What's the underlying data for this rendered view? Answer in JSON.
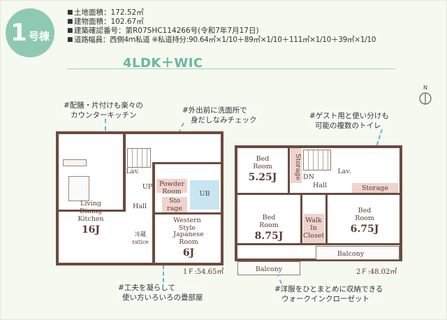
{
  "badge": {
    "number": "1",
    "unit": "号棟"
  },
  "specs": [
    "土地面積：172.52㎡",
    "建物面積：102.67㎡",
    "建築確認番号：第R07SHC114266号(令和7年7月17日)",
    "道路幅員：西側4ｍ私道 ※私道持分:90.64㎡×1/10＋89㎡×1/10＋111㎡×1/10＋39㎡×1/10"
  ],
  "plan_type": "4LDK＋WIC",
  "callouts": {
    "kitchen": [
      "#配膳・片付けも楽々の",
      "カウンターキッチン"
    ],
    "powder": [
      "#外出前に洗面所で",
      "身だしなみチェック"
    ],
    "toilet": [
      "#ゲスト用と使い分けも",
      "可能の複数のトイレ"
    ],
    "japanese": [
      "#工夫を凝らして",
      "使い方いろいろの畳部屋"
    ],
    "closet": [
      "#洋服をひとまとめに収納できる",
      "ウォークインクローゼット"
    ]
  },
  "floor1": {
    "area": "1Ｆ:54.65㎡",
    "ldk_name": [
      "Living",
      "Dining",
      "Kitchen"
    ],
    "ldk_size": "16J",
    "lav": "Lav.",
    "hall": "Hall",
    "up": "UP",
    "powder": [
      "Powder",
      "Room"
    ],
    "ub": "UB",
    "storage": [
      "Sto",
      "rage"
    ],
    "western": [
      "Western",
      "Style"
    ],
    "japanese": [
      "Japanese",
      "Room"
    ],
    "japanese_size": "6J",
    "refri": [
      "冷蔵",
      "ratice"
    ]
  },
  "floor2": {
    "area": "2Ｆ:48.02㎡",
    "bed1": [
      "Bed",
      "Room"
    ],
    "bed1_size": "5.25J",
    "bed2": [
      "Bed",
      "Room"
    ],
    "bed2_size": "8.75J",
    "bed3": [
      "Bed",
      "Room"
    ],
    "bed3_size": "6.75J",
    "storage_v": "Storage",
    "storage_h": "Storage",
    "walkin": [
      "Walk",
      "In",
      "Closet"
    ],
    "lav": "Lav.",
    "dn": "DN",
    "hall": "Hall",
    "balcony1": "Balcony",
    "balcony2": "Balcony"
  },
  "compass_letter": "N",
  "colors": {
    "accent": "#8ec9b4",
    "wall": "#6b4b3e",
    "arrow": "#62b7c9"
  }
}
